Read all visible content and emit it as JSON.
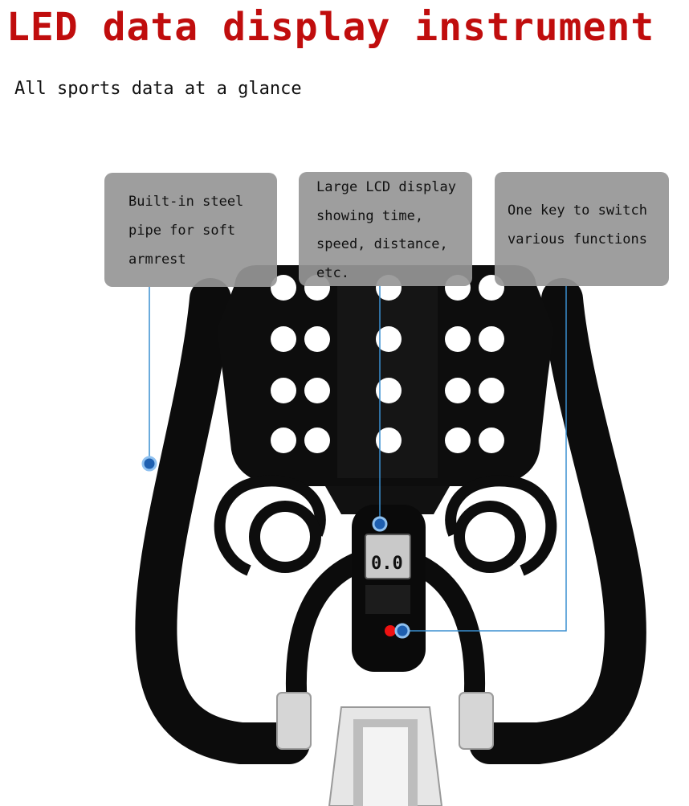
{
  "title": "LED data display instrument",
  "subtitle": "All sports data at a glance",
  "callouts": [
    {
      "lines": [
        "Built-in steel",
        "pipe for soft",
        "armrest"
      ]
    },
    {
      "lines": [
        "Large LCD display",
        "showing time,",
        "speed, distance,",
        "etc."
      ]
    },
    {
      "lines": [
        "One key to switch",
        "various functions"
      ]
    }
  ],
  "lcd": {
    "reading": "0.0"
  },
  "colors": {
    "title": "#c00d0d",
    "callout_bg": "#969696",
    "leader_line": "#3a8fd0",
    "bar": "#111111"
  }
}
